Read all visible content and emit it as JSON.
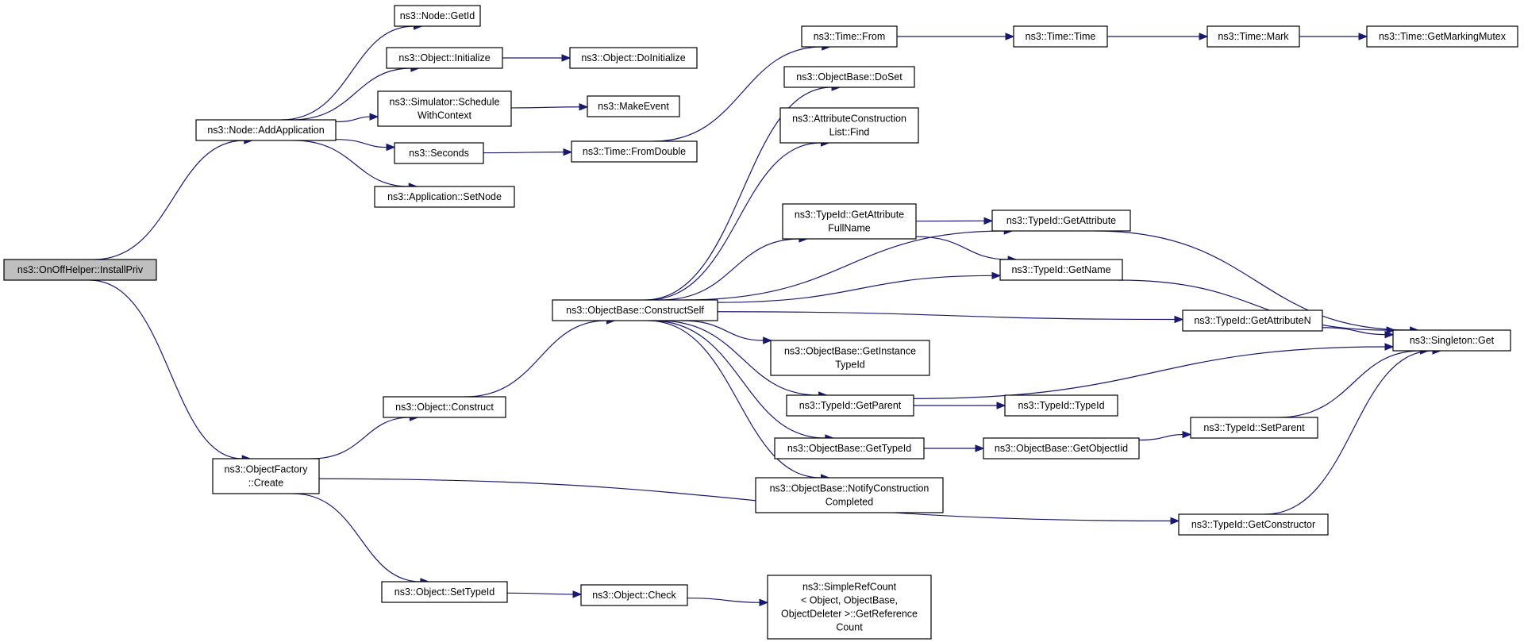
{
  "colors": {
    "edge": "#191970",
    "root_fill": "#bfbfbf",
    "node_fill": "#ffffff",
    "node_border": "#000000"
  },
  "nodes": {
    "install_priv": [
      "ns3::OnOffHelper::InstallPriv"
    ],
    "add_application": [
      "ns3::Node::AddApplication"
    ],
    "object_factory_create": [
      "ns3::ObjectFactory",
      "::Create"
    ],
    "get_id": [
      "ns3::Node::GetId"
    ],
    "object_initialize": [
      "ns3::Object::Initialize"
    ],
    "simulator_schedule": [
      "ns3::Simulator::Schedule",
      "WithContext"
    ],
    "seconds": [
      "ns3::Seconds"
    ],
    "application_set_node": [
      "ns3::Application::SetNode"
    ],
    "object_do_initialize": [
      "ns3::Object::DoInitialize"
    ],
    "make_event": [
      "ns3::MakeEvent"
    ],
    "time_from_double": [
      "ns3::Time::FromDouble"
    ],
    "object_construct": [
      "ns3::Object::Construct"
    ],
    "object_set_type_id": [
      "ns3::Object::SetTypeId"
    ],
    "construct_self": [
      "ns3::ObjectBase::ConstructSelf"
    ],
    "object_check": [
      "ns3::Object::Check"
    ],
    "simple_ref_count": [
      "ns3::SimpleRefCount",
      "< Object, ObjectBase,",
      "ObjectDeleter >::GetReference",
      "Count"
    ],
    "time_from": [
      "ns3::Time::From"
    ],
    "do_set": [
      "ns3::ObjectBase::DoSet"
    ],
    "attr_list_find": [
      "ns3::AttributeConstruction",
      "List::Find"
    ],
    "get_attribute_full_name": [
      "ns3::TypeId::GetAttribute",
      "FullName"
    ],
    "get_instance_type_id": [
      "ns3::ObjectBase::GetInstance",
      "TypeId"
    ],
    "type_id_get_parent": [
      "ns3::TypeId::GetParent"
    ],
    "object_base_get_type_id": [
      "ns3::ObjectBase::GetTypeId"
    ],
    "notify_construction": [
      "ns3::ObjectBase::NotifyConstruction",
      "Completed"
    ],
    "time_time": [
      "ns3::Time::Time"
    ],
    "time_mark": [
      "ns3::Time::Mark"
    ],
    "get_marking_mutex": [
      "ns3::Time::GetMarkingMutex"
    ],
    "type_id_get_attribute": [
      "ns3::TypeId::GetAttribute"
    ],
    "type_id_get_name": [
      "ns3::TypeId::GetName"
    ],
    "type_id_get_attribute_n": [
      "ns3::TypeId::GetAttributeN"
    ],
    "type_id_type_id": [
      "ns3::TypeId::TypeId"
    ],
    "get_object_iid": [
      "ns3::ObjectBase::GetObjectIid"
    ],
    "type_id_set_parent": [
      "ns3::TypeId::SetParent"
    ],
    "type_id_get_constructor": [
      "ns3::TypeId::GetConstructor"
    ],
    "singleton_get": [
      "ns3::Singleton::Get"
    ]
  },
  "edges": [
    [
      "install_priv",
      "add_application"
    ],
    [
      "install_priv",
      "object_factory_create"
    ],
    [
      "add_application",
      "get_id"
    ],
    [
      "add_application",
      "object_initialize"
    ],
    [
      "add_application",
      "simulator_schedule"
    ],
    [
      "add_application",
      "seconds"
    ],
    [
      "add_application",
      "application_set_node"
    ],
    [
      "object_initialize",
      "object_do_initialize"
    ],
    [
      "simulator_schedule",
      "make_event"
    ],
    [
      "seconds",
      "time_from_double"
    ],
    [
      "time_from_double",
      "time_from"
    ],
    [
      "time_from",
      "time_time"
    ],
    [
      "time_time",
      "time_mark"
    ],
    [
      "time_mark",
      "get_marking_mutex"
    ],
    [
      "object_factory_create",
      "object_construct"
    ],
    [
      "object_factory_create",
      "object_set_type_id"
    ],
    [
      "object_factory_create",
      "type_id_get_constructor"
    ],
    [
      "object_construct",
      "construct_self"
    ],
    [
      "object_set_type_id",
      "object_check"
    ],
    [
      "object_check",
      "simple_ref_count"
    ],
    [
      "construct_self",
      "do_set"
    ],
    [
      "construct_self",
      "attr_list_find"
    ],
    [
      "construct_self",
      "type_id_get_attribute"
    ],
    [
      "construct_self",
      "get_attribute_full_name"
    ],
    [
      "construct_self",
      "type_id_get_name"
    ],
    [
      "construct_self",
      "type_id_get_attribute_n"
    ],
    [
      "construct_self",
      "get_instance_type_id"
    ],
    [
      "construct_self",
      "type_id_get_parent"
    ],
    [
      "construct_self",
      "object_base_get_type_id"
    ],
    [
      "construct_self",
      "notify_construction"
    ],
    [
      "get_attribute_full_name",
      "type_id_get_attribute"
    ],
    [
      "get_attribute_full_name",
      "type_id_get_name"
    ],
    [
      "type_id_get_attribute",
      "singleton_get"
    ],
    [
      "type_id_get_name",
      "singleton_get"
    ],
    [
      "type_id_get_attribute_n",
      "singleton_get"
    ],
    [
      "type_id_get_parent",
      "singleton_get"
    ],
    [
      "type_id_get_parent",
      "type_id_type_id"
    ],
    [
      "object_base_get_type_id",
      "get_object_iid"
    ],
    [
      "get_object_iid",
      "type_id_set_parent"
    ],
    [
      "type_id_set_parent",
      "singleton_get"
    ],
    [
      "type_id_get_constructor",
      "singleton_get"
    ]
  ]
}
